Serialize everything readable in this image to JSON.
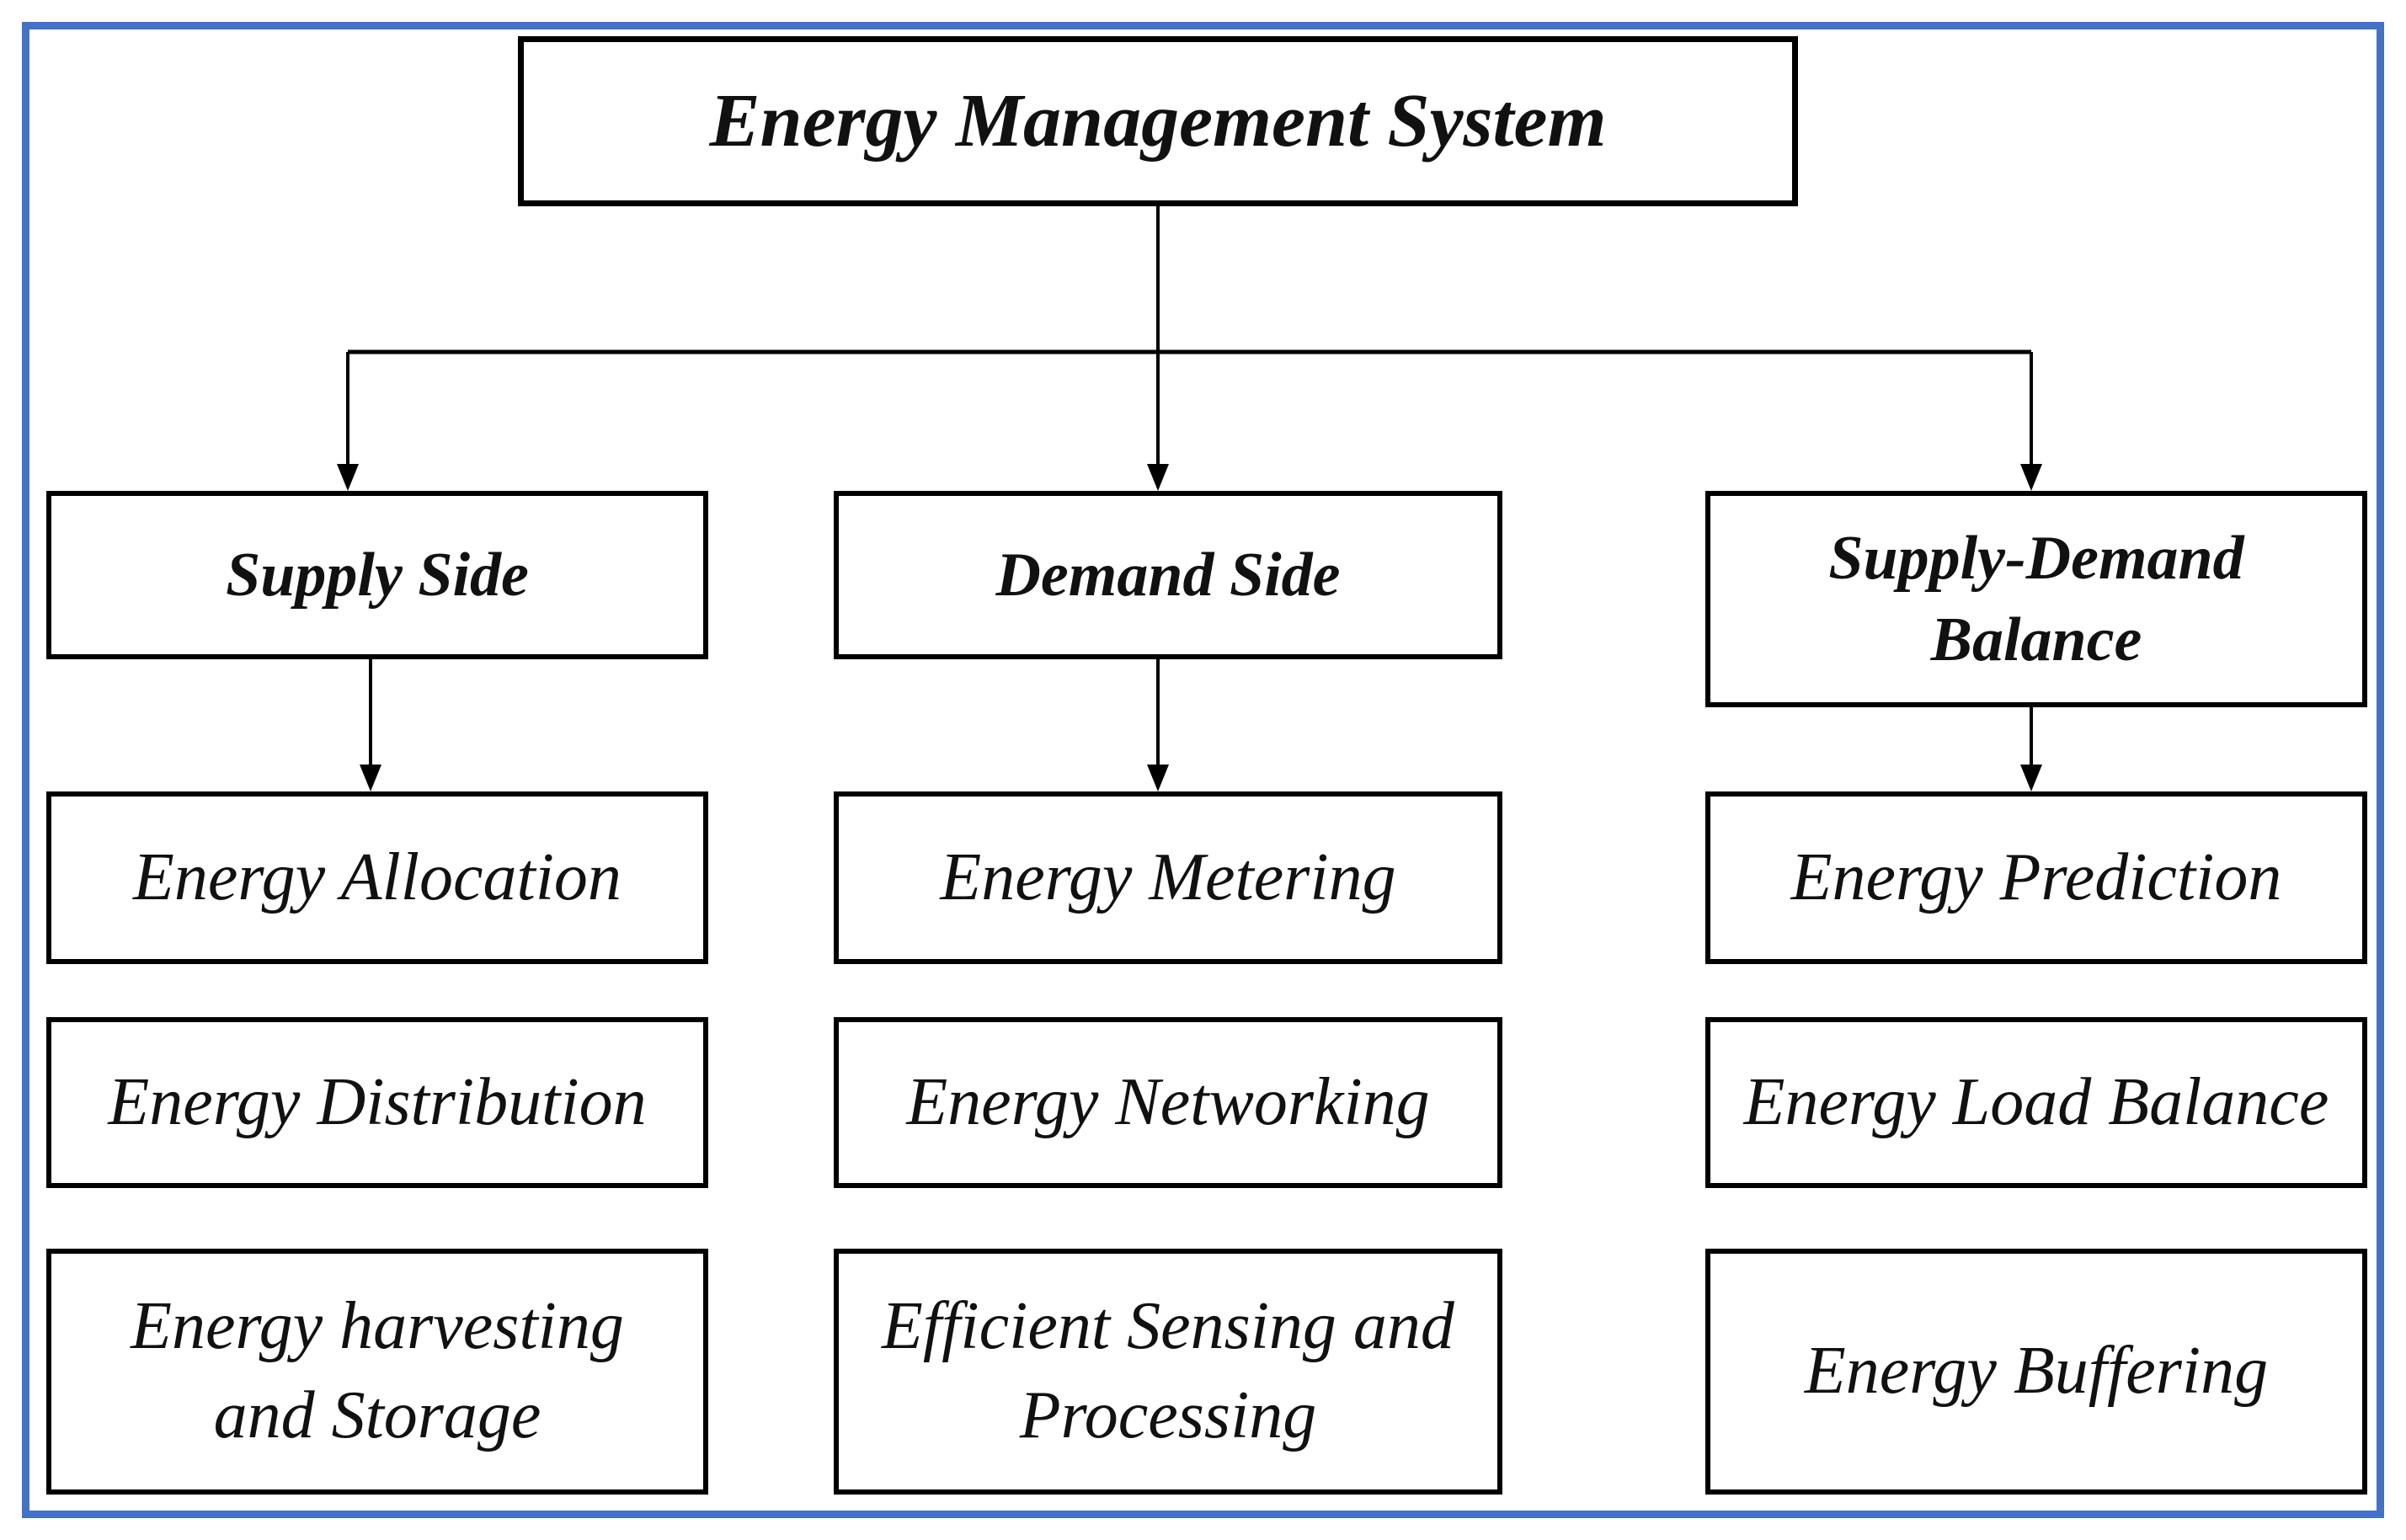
{
  "diagram": {
    "title": "Energy Management System",
    "columns": [
      {
        "header": "Supply Side",
        "children": [
          "Energy Allocation",
          "Energy Distribution",
          "Energy harvesting\nand Storage"
        ]
      },
      {
        "header": "Demand Side",
        "children": [
          "Energy Metering",
          "Energy Networking",
          "Efficient Sensing and\nProcessing"
        ]
      },
      {
        "header": "Supply-Demand\nBalance",
        "children": [
          "Energy Prediction",
          "Energy Load Balance",
          "Energy Buffering"
        ]
      }
    ],
    "colors": {
      "frame_border": "#4472C4",
      "box_border": "#000000",
      "connector": "#000000",
      "text": "#111111",
      "background": "#FFFFFF"
    }
  }
}
